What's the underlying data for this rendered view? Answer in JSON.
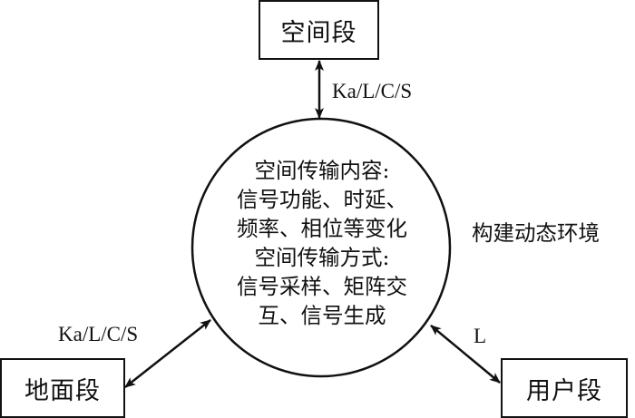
{
  "diagram": {
    "nodes": {
      "space_segment": "空间段",
      "ground_segment": "地面段",
      "user_segment": "用户段"
    },
    "links": {
      "space_to_center": "Ka/L/C/S",
      "ground_to_center": "Ka/L/C/S",
      "user_to_center": "L"
    },
    "center": {
      "lines": [
        "空间传输内容:",
        "信号功能、时延、",
        "频率、相位等变化",
        "空间传输方式:",
        "信号采样、矩阵交",
        "互、信号生成"
      ]
    },
    "side_note": "构建动态环境",
    "colors": {
      "stroke": "#111111",
      "background": "#ffffff"
    }
  }
}
